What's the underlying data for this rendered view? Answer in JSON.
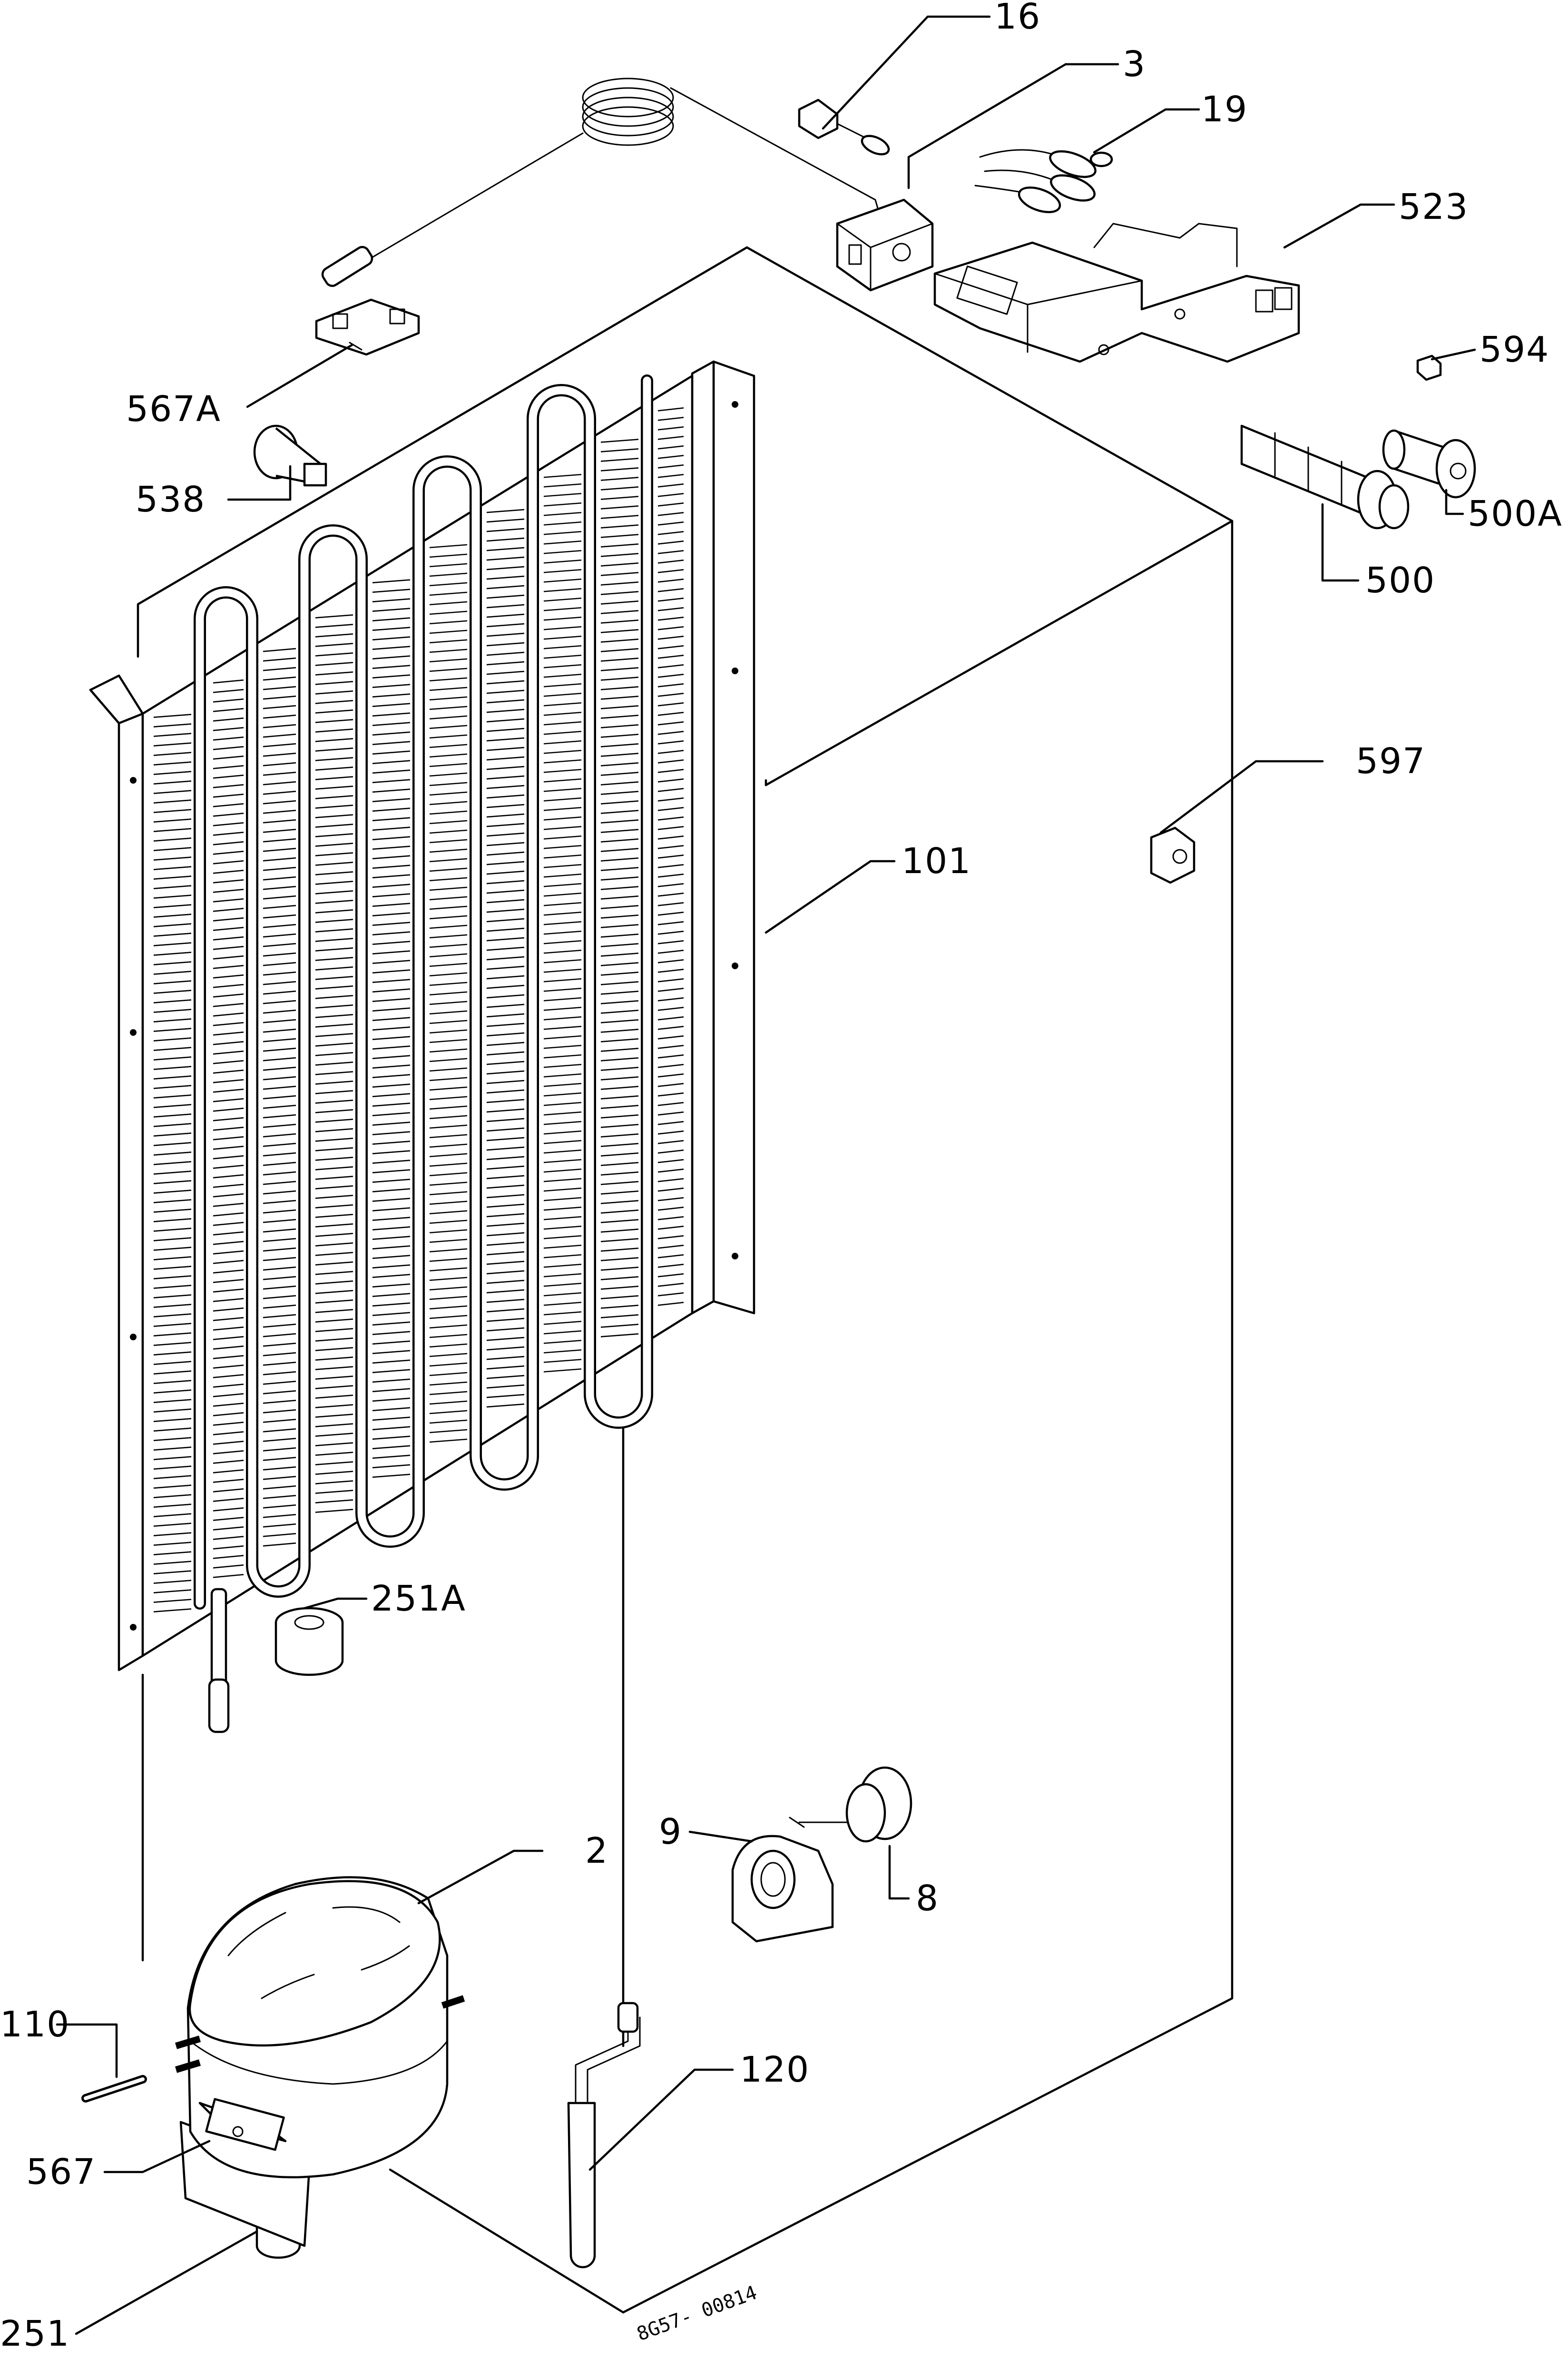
{
  "diagram": {
    "drawing_code": "8G57- 00814",
    "callouts": [
      "16",
      "3",
      "19",
      "523",
      "594",
      "500A",
      "500",
      "597",
      "101",
      "567A",
      "538",
      "251A",
      "2",
      "9",
      "8",
      "110",
      "567",
      "120",
      "251"
    ]
  }
}
